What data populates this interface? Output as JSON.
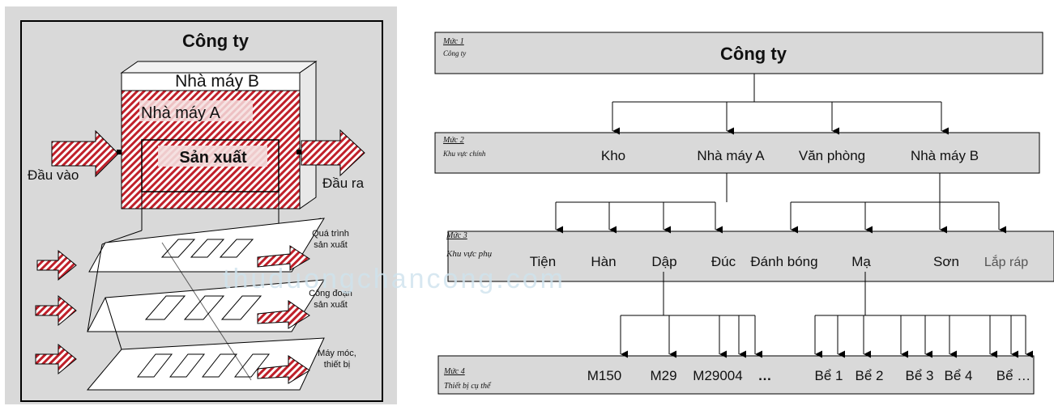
{
  "left": {
    "title": "Công ty",
    "factory_b": "Nhà máy B",
    "factory_a": "Nhà máy A",
    "production": "Sản xuất",
    "input": "Đầu vào",
    "output": "Đầu ra",
    "layers": [
      "Quá trình sản xuất",
      "Công đoạn sản xuất",
      "Máy móc, thiết bị"
    ],
    "layer_lines": [
      [
        "Quá trình",
        "sản xuất"
      ],
      [
        "Công đoạn",
        "sản xuất"
      ],
      [
        "Máy móc,",
        "thiết bị"
      ]
    ]
  },
  "right": {
    "levels": [
      {
        "label": "Mức 1",
        "sub": "Công ty",
        "items": [
          "Công ty"
        ]
      },
      {
        "label": "Mức 2",
        "sub": "Khu vực chính",
        "items": [
          "Kho",
          "Nhà máy A",
          "Văn phòng",
          "Nhà máy B"
        ]
      },
      {
        "label": "Mức 3",
        "sub": "Khu vực phụ",
        "items": [
          "Tiện",
          "Hàn",
          "Dập",
          "Đúc",
          "Đánh bóng",
          "Mạ",
          "Sơn",
          "Lắp ráp"
        ]
      },
      {
        "label": "Mức 4",
        "sub": "Thiết bị cụ thể",
        "items": [
          "M150",
          "M29",
          "M29004",
          "…",
          "Bể 1",
          "Bể 2",
          "Bể 3",
          "Bể 4",
          "Bể …"
        ]
      }
    ]
  },
  "watermark": "thuduongchancong.com",
  "colors": {
    "hatch": "#c0202a",
    "box_fill": "#d9d9d9",
    "panel_bg": "#d9d9d9",
    "line": "#000000"
  }
}
